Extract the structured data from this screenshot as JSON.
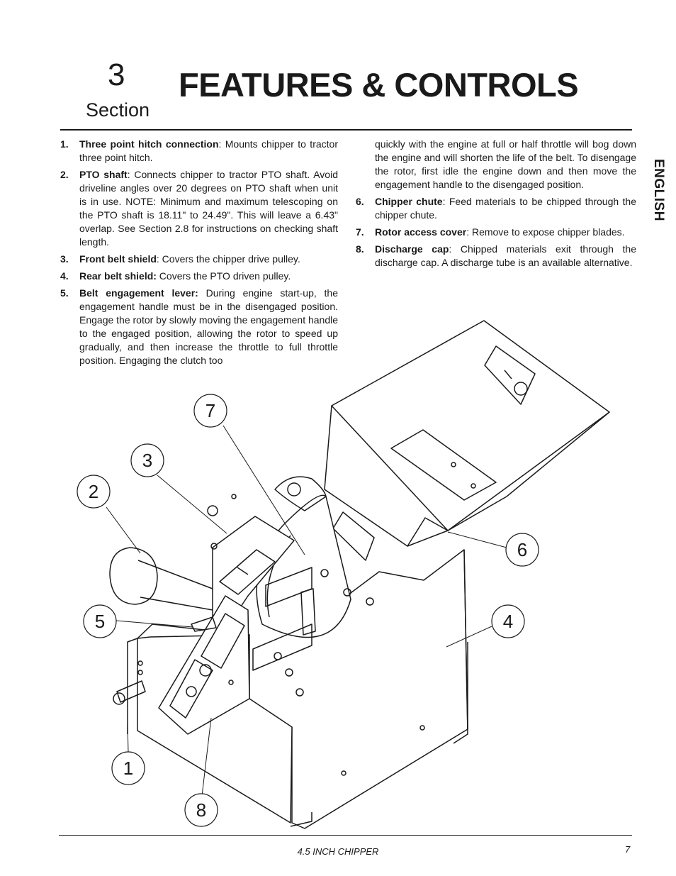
{
  "header": {
    "section_number": "3",
    "section_word": "Section",
    "title": "FEATURES & CONTROLS",
    "language_tab": "ENGLISH"
  },
  "left_items": [
    {
      "num": "1.",
      "term": "Three point hitch connection",
      "text": ": Mounts chipper to tractor three point hitch."
    },
    {
      "num": "2.",
      "term": "PTO shaft",
      "text": ": Connects chipper to tractor PTO shaft. Avoid driveline angles over 20 degrees on PTO shaft when unit is in use. NOTE: Minimum and maximum telescoping on the PTO shaft is 18.11\" to 24.49\". This will leave a 6.43\" overlap. See Section 2.8 for instructions on checking shaft length."
    },
    {
      "num": "3.",
      "term": "Front belt shield",
      "text": ": Covers the chipper drive pulley."
    },
    {
      "num": "4.",
      "term": "Rear belt shield:",
      "text": " Covers the PTO driven pulley."
    },
    {
      "num": "5.",
      "term": "Belt engagement lever:",
      "text": " During engine start-up, the engagement handle must be in the disengaged position. Engage the rotor by slowly moving the engagement handle to the engaged position, allowing the rotor to speed up gradually, and then increase the throttle to full throttle position. Engaging the clutch too"
    }
  ],
  "right_continuation": "quickly with the engine at full or half throttle will bog down the engine and will shorten the life of the belt. To disengage the rotor, first idle the engine down and then move the engagement handle to the disengaged position.",
  "right_items": [
    {
      "num": "6.",
      "term": "Chipper chute",
      "text": ": Feed materials to be chipped through the chipper chute."
    },
    {
      "num": "7.",
      "term": "Rotor access cover",
      "text": ": Remove to expose chipper blades."
    },
    {
      "num": "8.",
      "term": "Discharge cap",
      "text": ": Chipped materials exit through the discharge cap. A discharge tube is an available alternative."
    }
  ],
  "callouts": [
    "7",
    "3",
    "2",
    "6",
    "5",
    "4",
    "1",
    "8"
  ],
  "footer": {
    "center": "4.5 INCH CHIPPER",
    "page": "7"
  }
}
